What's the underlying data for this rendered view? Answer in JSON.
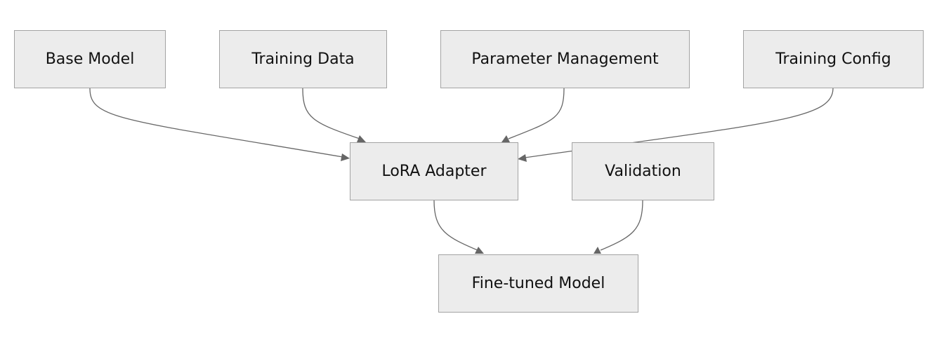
{
  "colors": {
    "node_fill": "#ececec",
    "node_border": "#a3a3a3",
    "edge": "#666666",
    "text": "#111111"
  },
  "nodes": {
    "base_model": "Base Model",
    "training_data": "Training Data",
    "parameter_management": "Parameter Management",
    "training_config": "Training Config",
    "lora_adapter": "LoRA Adapter",
    "validation": "Validation",
    "fine_tuned_model": "Fine-tuned Model"
  },
  "edges": [
    {
      "from": "base_model",
      "to": "lora_adapter"
    },
    {
      "from": "training_data",
      "to": "lora_adapter"
    },
    {
      "from": "parameter_management",
      "to": "lora_adapter"
    },
    {
      "from": "training_config",
      "to": "lora_adapter"
    },
    {
      "from": "lora_adapter",
      "to": "fine_tuned_model"
    },
    {
      "from": "validation",
      "to": "fine_tuned_model"
    }
  ]
}
